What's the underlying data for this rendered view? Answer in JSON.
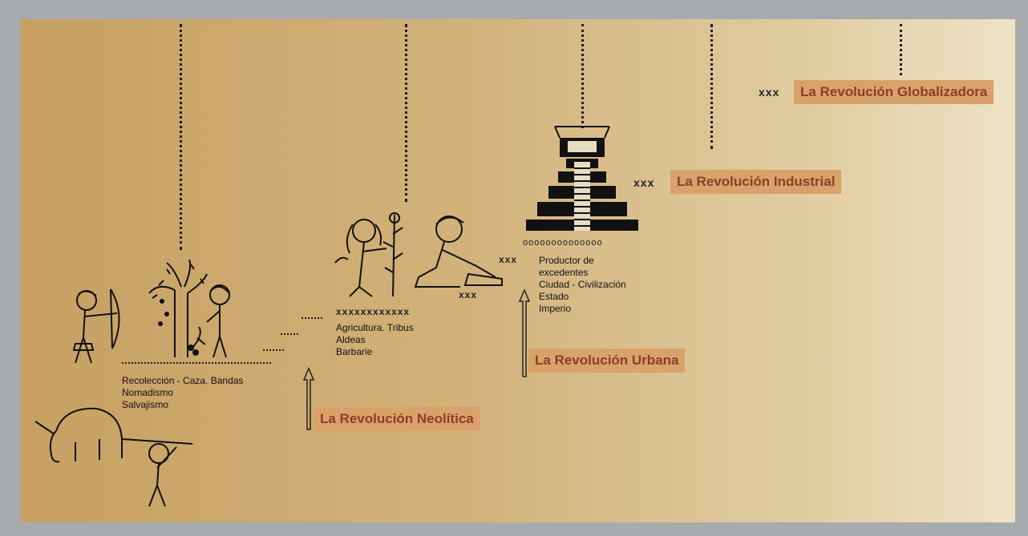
{
  "stages": {
    "hunter": {
      "lines": [
        "Recolección - Caza. Bandas",
        "Nomadismo",
        "Salvajismo"
      ]
    },
    "agri": {
      "marks": "xxxxxxxxxxxx",
      "lines": [
        "Agricultura. Tribus",
        "Aldeas",
        "Barbarie"
      ]
    },
    "urban": {
      "marks": "xxx",
      "circles": "oooooooooooooo",
      "lines": [
        "Productor de",
        "excedentes",
        "Ciudad - Civilización",
        "Estado",
        "Imperio"
      ]
    }
  },
  "marks_small": "xxx",
  "revolutions": {
    "neolithic": "La Revolución Neolítica",
    "urban": "La Revolución Urbana",
    "industrial": "La Revolución Industrial",
    "global": "La Revolución Globalizadora",
    "industrial_marks": "xxx",
    "global_marks": "xxx"
  },
  "icons": [
    "archer",
    "gatherer-at-tree",
    "mammoth-hunt",
    "farmer-with-plant",
    "kneeling-worker",
    "stepped-pyramid",
    "up-arrow"
  ],
  "colors": {
    "panel": "#d2b27b",
    "label_bg": "#d9a26a",
    "label_text": "#8c3f24",
    "frame": "#a8abae"
  }
}
